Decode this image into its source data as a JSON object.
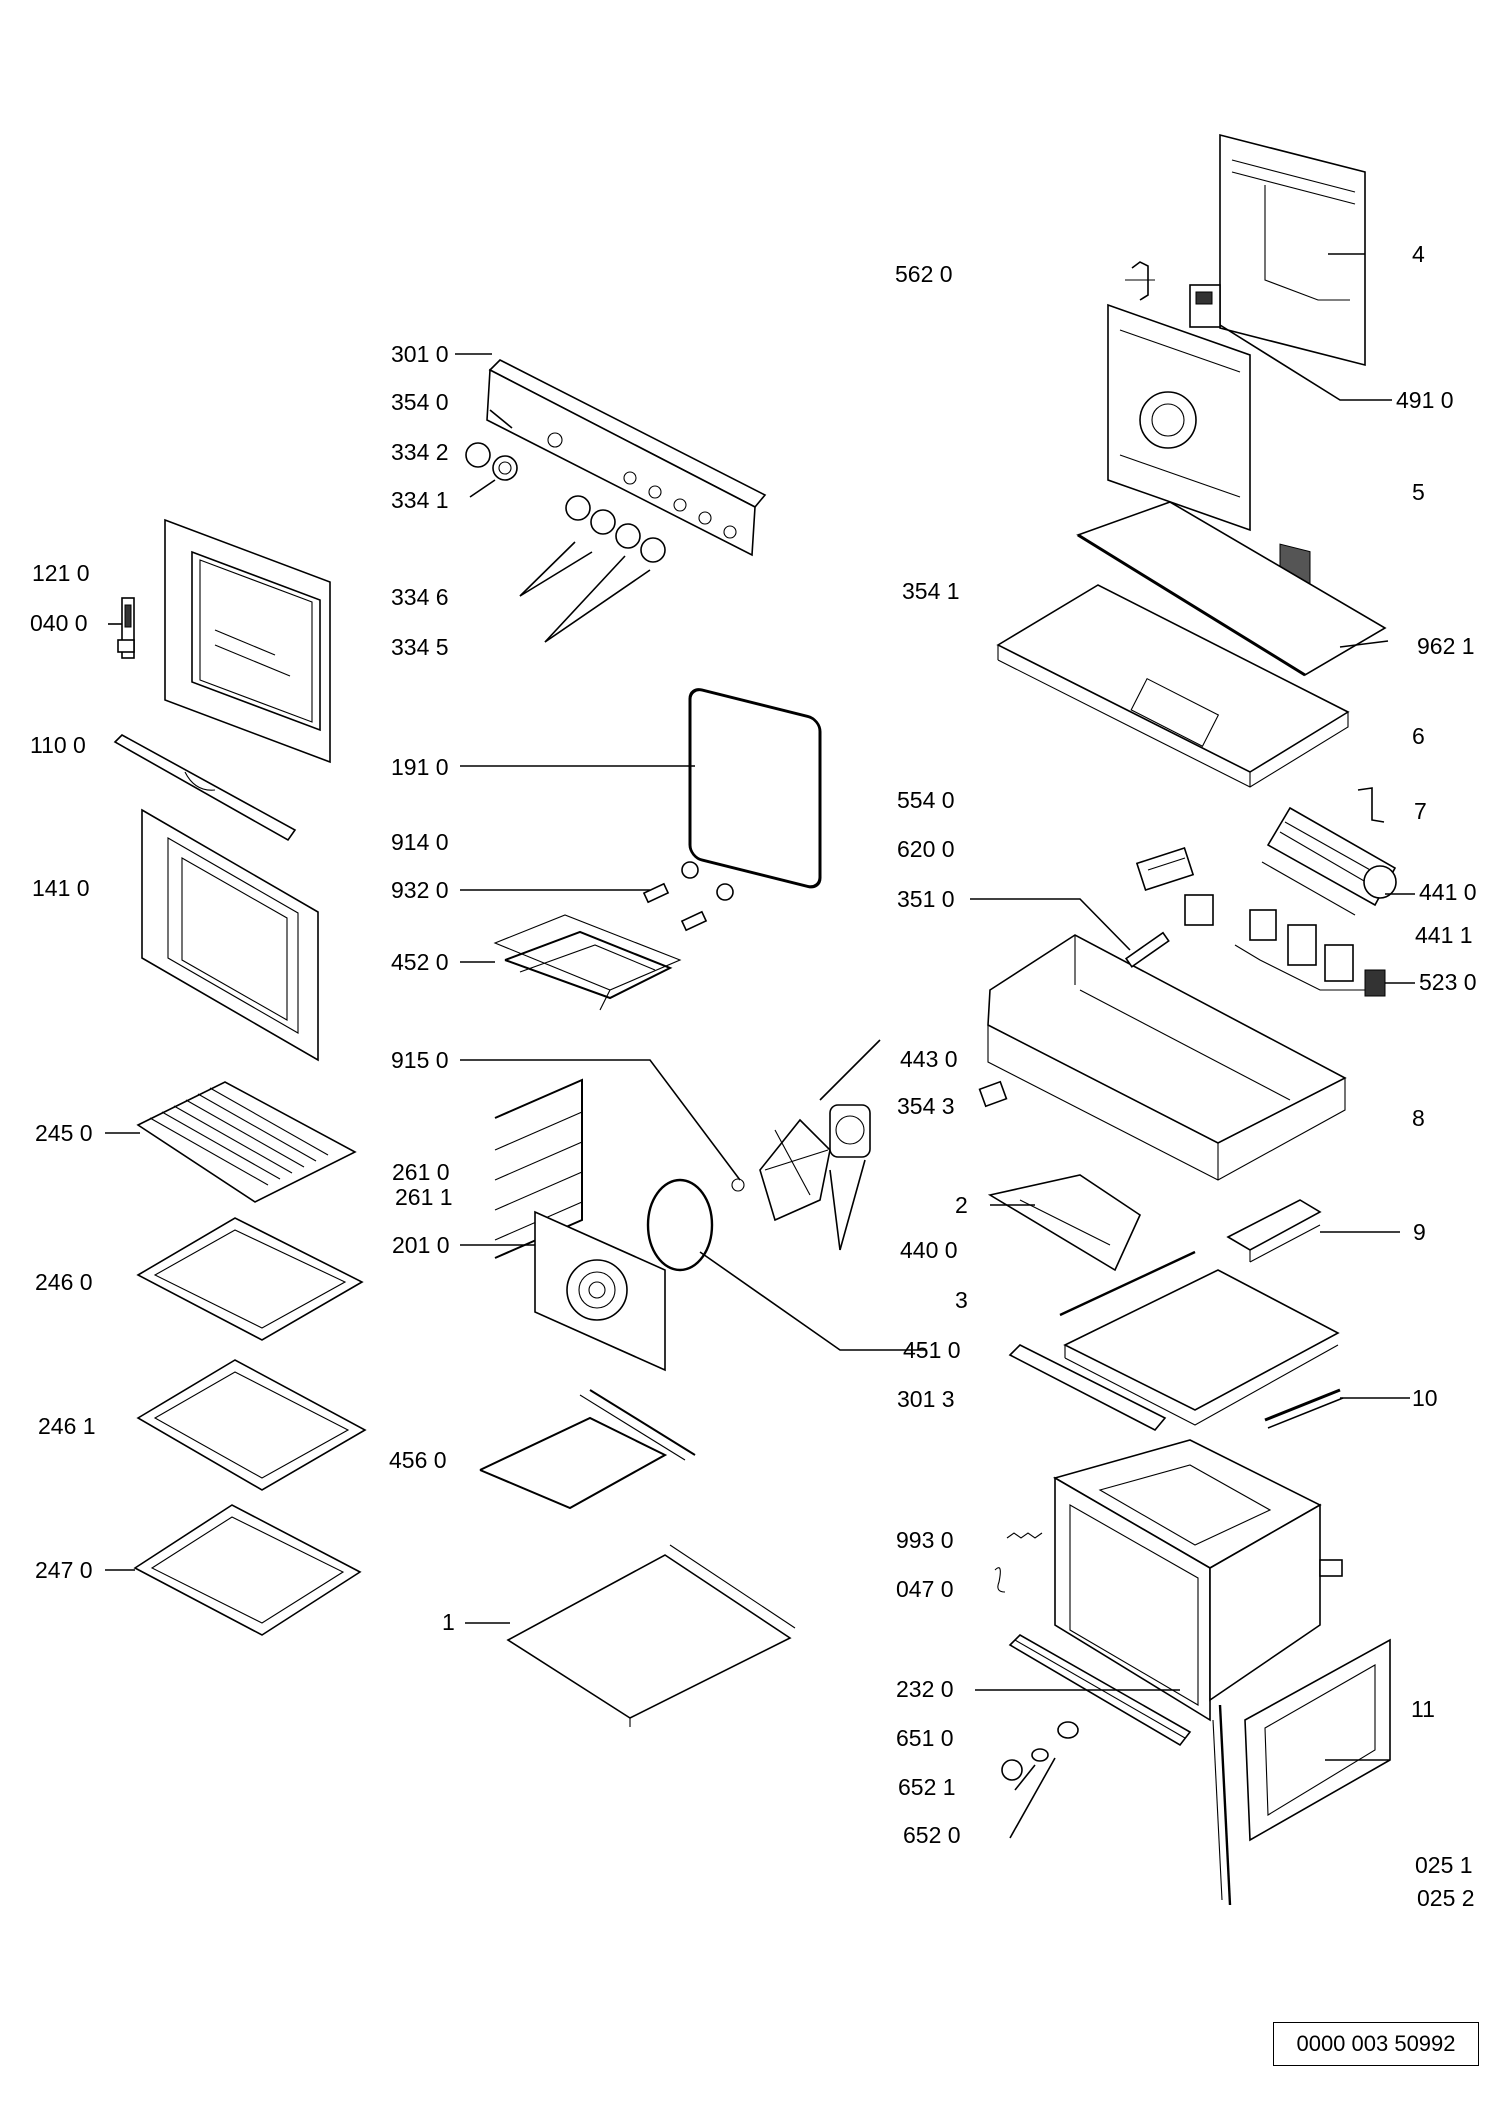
{
  "labels": {
    "l5620": "562 0",
    "l4": "4",
    "l3010": "301 0",
    "l3540": "354 0",
    "l3342": "334 2",
    "l3341": "334 1",
    "l4910": "491 0",
    "l5": "5",
    "l1210": "121 0",
    "l0400": "040 0",
    "l3346": "334 6",
    "l3345": "334 5",
    "l3541": "354 1",
    "l9621": "962 1",
    "l1100": "110 0",
    "l1910": "191 0",
    "l6": "6",
    "l5540": "554 0",
    "l7": "7",
    "l9140": "914 0",
    "l6200": "620 0",
    "l1410": "141 0",
    "l9320": "932 0",
    "l3510": "351 0",
    "l4410": "441 0",
    "l4411": "441 1",
    "l4520": "452 0",
    "l5230": "523 0",
    "l9150": "915 0",
    "l4430": "443 0",
    "l2450": "245 0",
    "l3543": "354 3",
    "l8": "8",
    "l2610": "261 0",
    "l2611": "261 1",
    "l2": "2",
    "l9": "9",
    "l2010": "201 0",
    "l4400": "440 0",
    "l2460": "246 0",
    "l3": "3",
    "l4510": "451 0",
    "l3013": "301 3",
    "l10": "10",
    "l2461": "246 1",
    "l4560": "456 0",
    "l9930": "993 0",
    "l2470": "247 0",
    "l0470": "047 0",
    "l1": "1",
    "l2320": "232 0",
    "l11": "11",
    "l6510": "651 0",
    "l6521": "652 1",
    "l6520": "652 0",
    "l0251": "025 1",
    "l0252": "025 2"
  },
  "reference_code": "0000 003 50992"
}
